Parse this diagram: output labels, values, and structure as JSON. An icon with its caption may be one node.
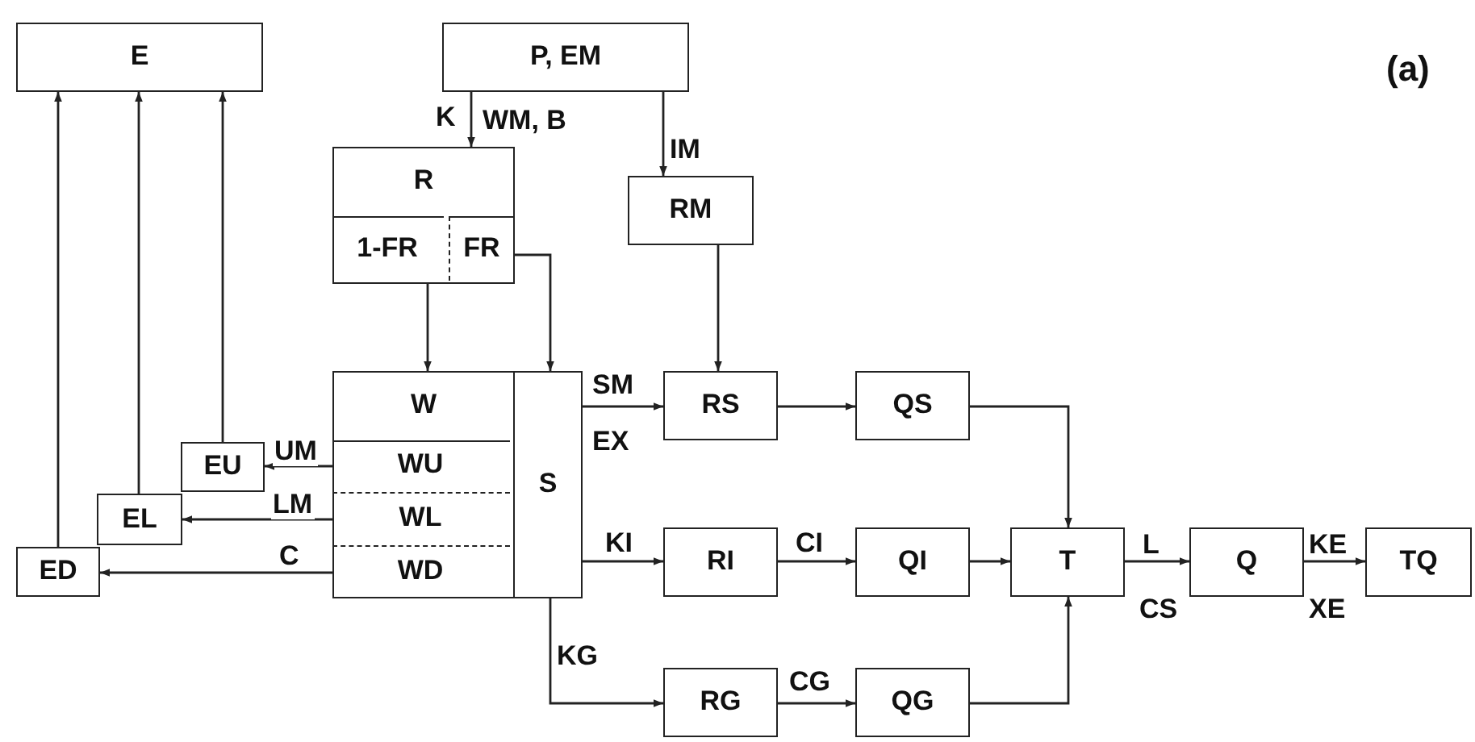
{
  "diagram": {
    "nodes": [
      {
        "text": [
          "E"
        ]
      },
      {
        "text": [
          "P, EM"
        ]
      },
      {
        "text": [
          "R"
        ]
      },
      {
        "text": [
          "1-FR"
        ],
        "in": 2
      },
      {
        "text": [
          "FR"
        ],
        "in": 2
      },
      {
        "text": [
          "RM"
        ]
      },
      {
        "text": [
          "W"
        ]
      },
      {
        "text": [
          "WU"
        ],
        "in": 6
      },
      {
        "text": [
          "WL"
        ],
        "in": 6
      },
      {
        "text": [
          "WD"
        ],
        "in": 6
      },
      {
        "text": [
          "S"
        ]
      },
      {
        "text": [
          "RS"
        ]
      },
      {
        "text": [
          "QS"
        ]
      },
      {
        "text": [
          "RI"
        ]
      },
      {
        "text": [
          "QI"
        ]
      },
      {
        "text": [
          "T"
        ]
      },
      {
        "text": [
          "Q"
        ]
      },
      {
        "text": [
          "TQ"
        ]
      },
      {
        "text": [
          "RG"
        ]
      },
      {
        "text": [
          "QG"
        ]
      },
      {
        "text": [
          "EU"
        ]
      },
      {
        "text": [
          "EL"
        ]
      },
      {
        "text": [
          "ED"
        ]
      }
    ],
    "edges": [
      {
        "from": 1,
        "to": 2,
        "arrow": "to",
        "label": "K"
      },
      {
        "from": 1,
        "to": 5,
        "arrow": "to",
        "label": "IM"
      },
      {
        "from": 3,
        "to": 6,
        "arrow": "to"
      },
      {
        "from": 4,
        "to": 10,
        "arrow": "to"
      },
      {
        "from": 5,
        "to": 11,
        "arrow": "to"
      },
      {
        "from": 10,
        "to": 11,
        "arrow": "to",
        "label": "SM"
      },
      {
        "from": 10,
        "to": 13,
        "arrow": "to",
        "label": "KI"
      },
      {
        "from": 10,
        "to": 18,
        "arrow": "to",
        "label": "KG"
      },
      {
        "from": 11,
        "to": 12,
        "arrow": "to"
      },
      {
        "from": 12,
        "to": 15,
        "arrow": "to"
      },
      {
        "from": 13,
        "to": 14,
        "arrow": "to",
        "label": "CI"
      },
      {
        "from": 14,
        "to": 15,
        "arrow": "to"
      },
      {
        "from": 19,
        "to": 15,
        "arrow": "to"
      },
      {
        "from": 18,
        "to": 19,
        "arrow": "to",
        "label": "CG"
      },
      {
        "from": 15,
        "to": 16,
        "arrow": "to",
        "label": "L"
      },
      {
        "from": 16,
        "to": 17,
        "arrow": "to",
        "label": "KE"
      },
      {
        "from": 7,
        "to": 20,
        "arrow": "to",
        "label": "UM"
      },
      {
        "from": 8,
        "to": 21,
        "arrow": "to",
        "label": "LM"
      },
      {
        "from": 9,
        "to": 22,
        "arrow": "to",
        "label": "C"
      },
      {
        "from": 20,
        "to": 0,
        "arrow": "to"
      },
      {
        "from": 21,
        "to": 0,
        "arrow": "to"
      },
      {
        "from": 22,
        "to": 0,
        "arrow": "to"
      }
    ],
    "labels": [
      "WM, B",
      "EX",
      "CS",
      "XE",
      "(a)"
    ]
  }
}
